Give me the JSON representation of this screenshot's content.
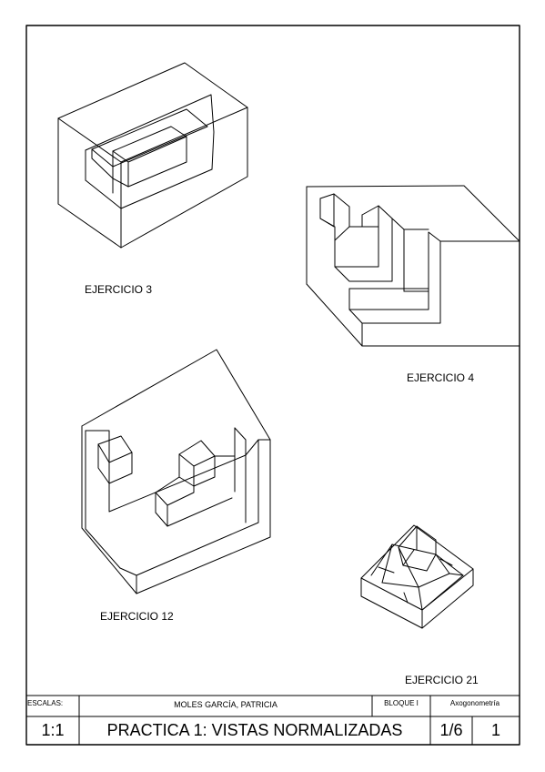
{
  "exercises": [
    {
      "label": "EJERCICIO 3"
    },
    {
      "label": "EJERCICIO 4"
    },
    {
      "label": "EJERCICIO 12"
    },
    {
      "label": "EJERCICIO 21"
    }
  ],
  "title_block": {
    "scales_label": "ESCALAS:",
    "scale_value": "1:1",
    "author": "MOLES GARCÍA, PATRICIA",
    "block_label": "BLOQUE I",
    "topic": "Axogonometría",
    "title": "PRACTICA 1: VISTAS NORMALIZADAS",
    "sheet_fraction": "1/6",
    "sheet_number": "1"
  }
}
